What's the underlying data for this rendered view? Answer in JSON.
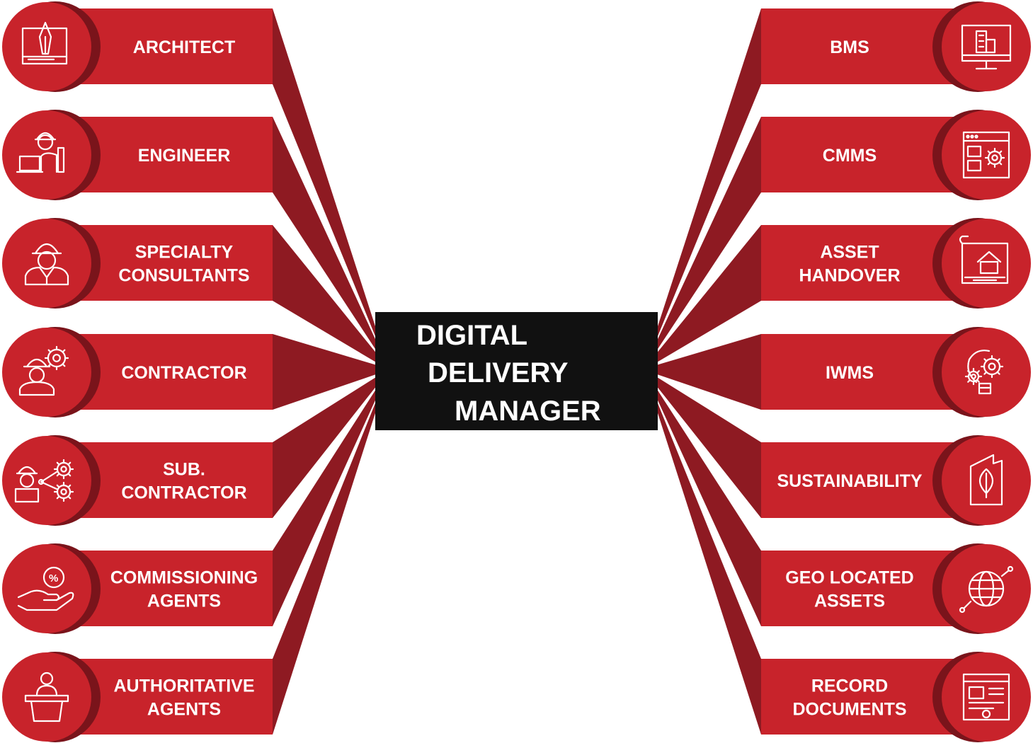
{
  "hub": {
    "line1": "DIGITAL",
    "line2": "DELIVERY",
    "line3": "MANAGER"
  },
  "colors": {
    "banner": "#C8232B",
    "banner_shadow": "#8E1A22",
    "circle_ring": "#7A141B",
    "hub": "#111111",
    "text": "#FFFFFF"
  },
  "left_items": [
    {
      "lines": [
        "ARCHITECT"
      ],
      "icon": "blueprint-pen-icon"
    },
    {
      "lines": [
        "ENGINEER"
      ],
      "icon": "engineer-laptop-icon"
    },
    {
      "lines": [
        "SPECIALTY",
        "CONSULTANTS"
      ],
      "icon": "consultant-hardhat-icon"
    },
    {
      "lines": [
        "CONTRACTOR"
      ],
      "icon": "worker-gear-icon"
    },
    {
      "lines": [
        "SUB.",
        "CONTRACTOR"
      ],
      "icon": "worker-gears-network-icon"
    },
    {
      "lines": [
        "COMMISSIONING",
        "AGENTS"
      ],
      "icon": "hand-percent-coin-icon"
    },
    {
      "lines": [
        "AUTHORITATIVE",
        "AGENTS"
      ],
      "icon": "speaker-podium-icon"
    }
  ],
  "right_items": [
    {
      "lines": [
        "BMS"
      ],
      "icon": "monitor-building-icon"
    },
    {
      "lines": [
        "CMMS"
      ],
      "icon": "browser-gear-icon"
    },
    {
      "lines": [
        "ASSET",
        "HANDOVER"
      ],
      "icon": "house-plan-icon"
    },
    {
      "lines": [
        "IWMS"
      ],
      "icon": "lightbulb-gears-icon"
    },
    {
      "lines": [
        "SUSTAINABILITY"
      ],
      "icon": "leaf-building-icon"
    },
    {
      "lines": [
        "GEO LOCATED",
        "ASSETS"
      ],
      "icon": "globe-network-icon"
    },
    {
      "lines": [
        "RECORD",
        "DOCUMENTS"
      ],
      "icon": "document-page-icon"
    }
  ]
}
